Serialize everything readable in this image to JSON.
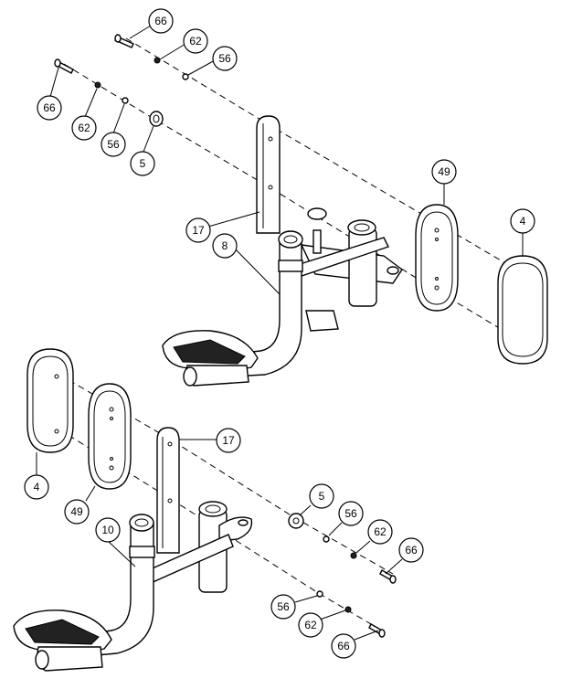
{
  "callouts": {
    "c66_top": "66",
    "c62_top": "62",
    "c56_top": "56",
    "c66_left": "66",
    "c62_left": "62",
    "c56_left": "56",
    "c5_top": "5",
    "c17_top": "17",
    "c8": "8",
    "c49_top": "49",
    "c4_top": "4",
    "c4_bottom": "4",
    "c49_bottom": "49",
    "c17_bottom": "17",
    "c10": "10",
    "c5_bottom": "5",
    "c56_bot_right": "56",
    "c62_bot_right": "62",
    "c66_bot_right": "66",
    "c56_bot_low": "56",
    "c62_bot_low": "62",
    "c66_bot_low": "66"
  }
}
